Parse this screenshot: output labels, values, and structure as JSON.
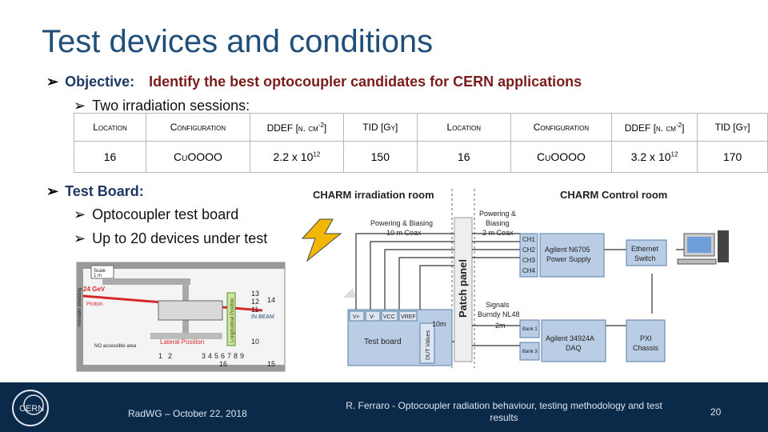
{
  "slide": {
    "title": "Test devices and conditions",
    "bullets": {
      "objective_label": "Objective:",
      "objective_text": "Identify the best optocoupler candidates for CERN applications",
      "sessions_text": "Two irradiation sessions:",
      "test_board_label": "Test Board:",
      "test_board_sub1": "Optocoupler test board",
      "test_board_sub2": "Up to 20 devices under test"
    },
    "table": {
      "headers": [
        "Location",
        "Configuration",
        "DDEF [n. cm",
        "TID [Gy]",
        "Location",
        "Configuration",
        "DDEF [n. cm",
        "TID [Gy]"
      ],
      "ddef_exp": "-2",
      "ddef_close": "]",
      "row": {
        "loc1": "16",
        "conf1": "CuOOOO",
        "ddef1": "2.2 x 10",
        "ddef1_exp": "12",
        "tid1": "150",
        "loc2": "16",
        "conf2": "CuOOOO",
        "ddef2": "3.2 x 10",
        "ddef2_exp": "12",
        "tid2": "170"
      }
    },
    "diagram": {
      "irr_room": "CHARM irradiation room",
      "ctrl_room": "CHARM Control room",
      "power_bias_1": "Powering & Biasing",
      "coax_10m": "10 m Coax",
      "power_bias_2a": "Powering &",
      "power_bias_2b": "Biasing",
      "coax_2m": "2 m Coax",
      "ten_m": "10m",
      "patch_panel": "Patch panel",
      "channels": [
        "CH1",
        "CH2",
        "CH3",
        "CH4"
      ],
      "power_supply_1": "Agilent N6705",
      "power_supply_2": "Power Supply",
      "ethernet_1": "Ethernet",
      "ethernet_2": "Switch",
      "signals": "Signals",
      "burndy": "Burndy NL48",
      "two_m": "2m",
      "ten_m_b": "10m",
      "test_board": "Test board",
      "pins": [
        "V+",
        "V-",
        "VCC",
        "VREF"
      ],
      "dut_values": "DUT Values",
      "bank1": "Bank 1",
      "bank3": "Bank 3",
      "daq_1": "Agilent 34924A",
      "daq_2": "DAQ",
      "pxi_1": "PXI",
      "pxi_2": "Chassis"
    },
    "layout": {
      "scale": "Scale",
      "scale_value": "1 m",
      "beam_energy": "24 GeV",
      "proton": "Proton",
      "no_access": "NO accessible area",
      "movable_shielding": "movable shielding",
      "lateral_position": "Lateral Position",
      "longitudinal_position": "Longitudinal Position",
      "in_beam": "IN BEAM",
      "numbers": [
        "13",
        "12",
        "11",
        "14",
        "10",
        "1",
        "2",
        "3",
        "4",
        "5",
        "6",
        "7",
        "8",
        "9",
        "16",
        "15"
      ]
    },
    "footer": {
      "left": "RadWG – October 22, 2018",
      "middle": "R. Ferraro - Optocoupler radiation behaviour, testing methodology and test results",
      "page": "20",
      "logo_text": "CERN"
    },
    "colors": {
      "title": "#1f4e79",
      "footer_bg": "#0b2a4a",
      "beam": "#d62a2a",
      "lightning": "#f2b705"
    }
  }
}
